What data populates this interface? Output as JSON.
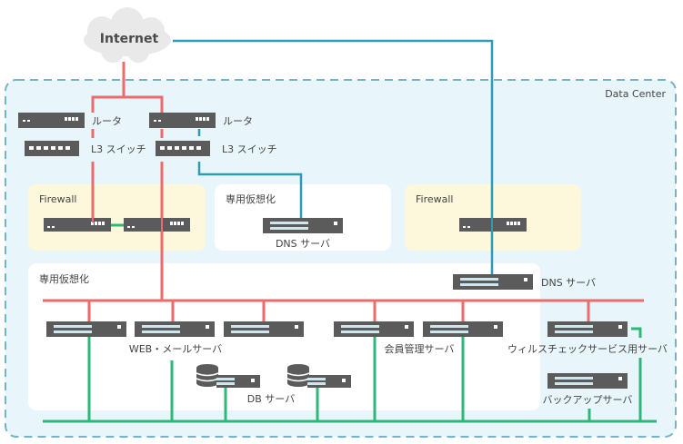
{
  "colors": {
    "wan_line": "#2e9bb5",
    "lan_line": "#ee6b6b",
    "backup_line": "#2fb77a",
    "device": "#5b5b5b",
    "dc_bg": "#e8f6fb",
    "dc_border": "#74b4c4",
    "firewall_bg": "#fdf8dc",
    "zone_bg": "#ffffff",
    "cloud": "#e9e9e9"
  },
  "cloud": {
    "label": "Internet"
  },
  "datacenter": {
    "label": "Data Center"
  },
  "network": {
    "router_label": "ルータ",
    "switch_label": "L3 スイッチ"
  },
  "zones": {
    "firewall_left": {
      "label": "Firewall"
    },
    "dedicated_dns": {
      "label": "専用仮想化"
    },
    "firewall_right": {
      "label": "Firewall"
    },
    "dedicated_main": {
      "label": "専用仮想化"
    }
  },
  "servers": {
    "dns_private": "DNS サーバ",
    "dns_public": "DNS サーバ",
    "web_mail": "WEB・メールサーバ",
    "db": "DB サーバ",
    "member": "会員管理サーバ",
    "antivirus": "ウィルスチェックサービス用サーバ",
    "backup": "バックアップサーバ"
  }
}
